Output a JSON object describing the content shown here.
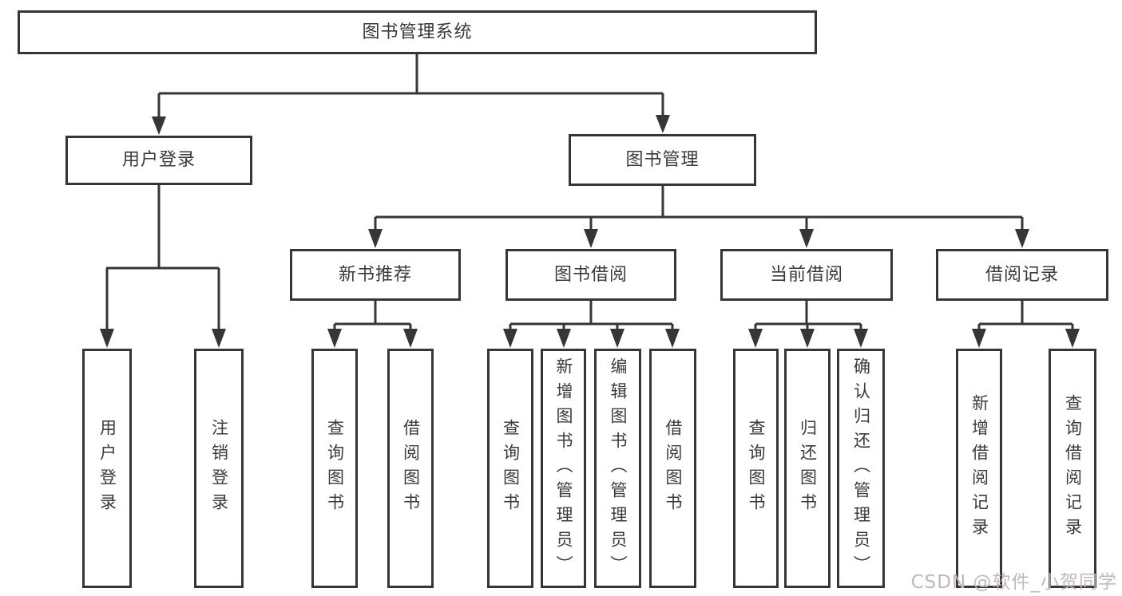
{
  "tree": {
    "root_label": "图书管理系统",
    "user_login": {
      "label": "用户登录",
      "children": [
        "用户登录",
        "注销登录"
      ]
    },
    "book_management": {
      "label": "图书管理",
      "groups": [
        {
          "label": "新书推荐",
          "children": [
            "查询图书",
            "借阅图书"
          ]
        },
        {
          "label": "图书借阅",
          "children": [
            "查询图书",
            "新增图书（管理员）",
            "编辑图书（管理员）",
            "借阅图书"
          ]
        },
        {
          "label": "当前借阅",
          "children": [
            "查询图书",
            "归还图书",
            "确认归还（管理员）"
          ]
        },
        {
          "label": "借阅记录",
          "children": [
            "新增借阅记录",
            "查询借阅记录"
          ]
        }
      ]
    }
  },
  "watermark": "CSDN @软件_小贺同学",
  "colors": {
    "line": "#363636",
    "text": "#3a3a3a",
    "background": "#ffffff",
    "watermark": "#c2b7b9"
  }
}
